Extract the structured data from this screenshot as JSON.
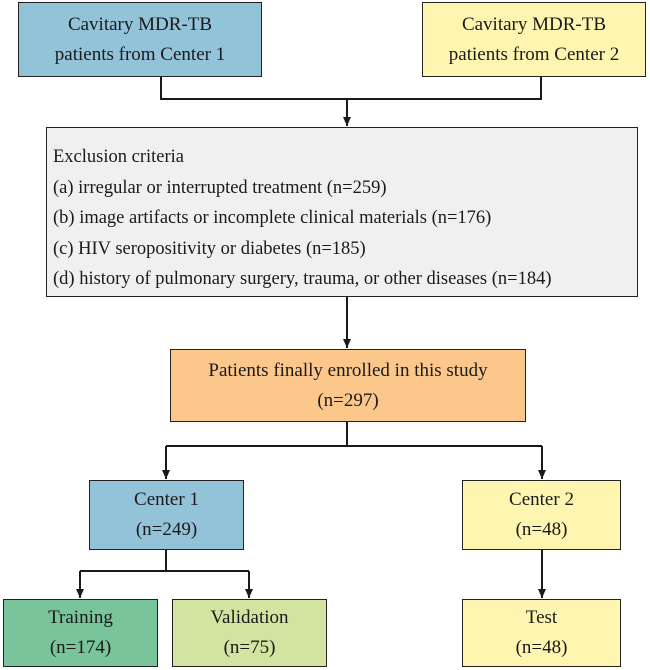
{
  "colors": {
    "blue": "#93c3d8",
    "yellow": "#fdf5b0",
    "gray": "#f0f0f0",
    "orange": "#fbc78b",
    "green": "#79c49a",
    "light_green": "#d2e4a0",
    "line": "#1a1a1a"
  },
  "source_center1": {
    "line1": "Cavitary MDR-TB",
    "line2": "patients from Center 1"
  },
  "source_center2": {
    "line1": "Cavitary MDR-TB",
    "line2": "patients from Center 2"
  },
  "exclusion": {
    "title": "Exclusion criteria",
    "items": [
      "(a) irregular or interrupted treatment (n=259)",
      "(b) image artifacts or incomplete clinical materials (n=176)",
      "(c) HIV seropositivity or diabetes (n=185)",
      "(d) history of pulmonary surgery, trauma, or other diseases (n=184)"
    ]
  },
  "enrolled": {
    "line1": "Patients finally enrolled in this study",
    "line2": "(n=297)"
  },
  "center1": {
    "label": "Center 1",
    "count": "(n=249)"
  },
  "center2": {
    "label": "Center 2",
    "count": "(n=48)"
  },
  "training": {
    "label": "Training",
    "count": "(n=174)"
  },
  "validation": {
    "label": "Validation",
    "count": "(n=75)"
  },
  "test": {
    "label": "Test",
    "count": "(n=48)"
  }
}
